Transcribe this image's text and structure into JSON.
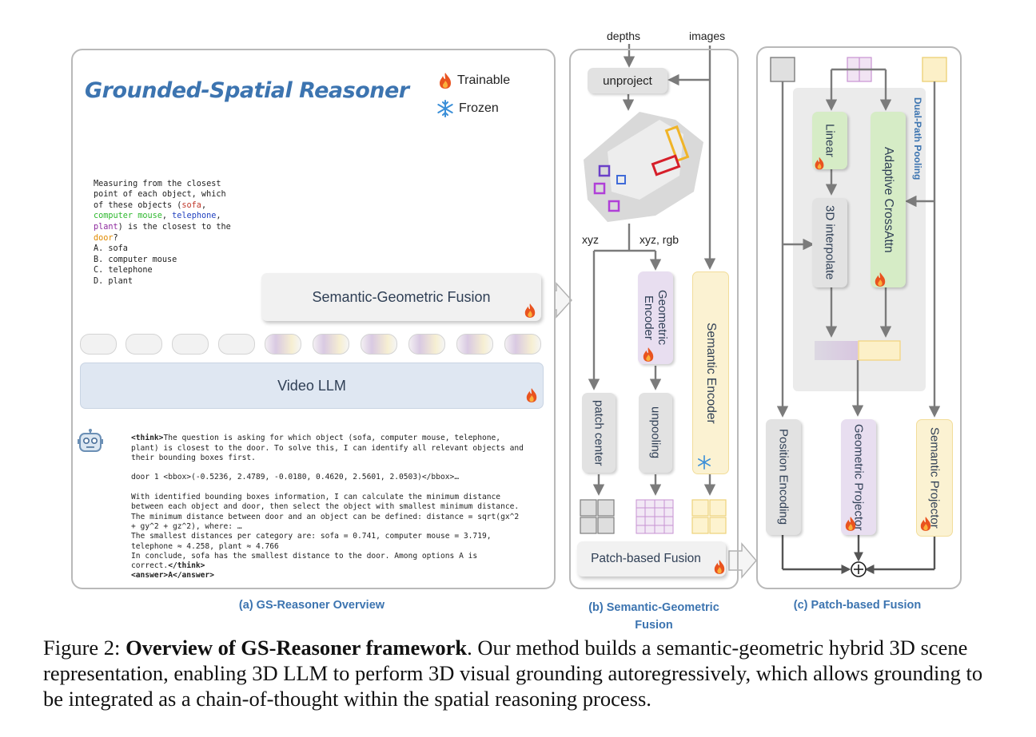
{
  "panel_a": {
    "title": "Grounded-Spatial Reasoner",
    "legend_trainable": "Trainable",
    "legend_frozen": "Frozen",
    "question_lines": [
      "Measuring from the closest",
      "point of each object, which",
      "of these objects ("
    ],
    "q_obj_sofa": "sofa",
    "q_obj_mouse": "computer mouse",
    "q_obj_telephone": "telephone",
    "q_obj_plant": "plant",
    "q_obj_door": "door",
    "q_line3_end": ",",
    "q_line5_end": ") is the closest to the",
    "q_line6_end": "?",
    "q_options": [
      "A. sofa",
      "B. computer mouse",
      "C. telephone",
      "D. plant"
    ],
    "fusion_label": "Semantic-Geometric Fusion",
    "llm_label": "Video LLM",
    "response": {
      "think_open": "<think>",
      "line1": "The question is asking for which object (sofa, computer mouse, telephone,",
      "line2": "plant) is closest to the door. To solve this, I can identify all relevant objects and",
      "line3": "their bounding boxes first.",
      "line4": "door 1 <bbox>(-0.5236, 2.4789, -0.0180, 0.4620, 2.5601, 2.0503)</bbox>…",
      "line5": "With identified bounding boxes information, I can calculate the minimum distance",
      "line6": "between each object and door, then select the object with smallest minimum distance.",
      "line7": "The minimum distance between door and an object can be defined: distance = sqrt(gx^2",
      "line8": "+ gy^2 + gz^2), where: …",
      "line9": "The smallest distances per category are: sofa = 0.741, computer mouse = 3.719,",
      "line10": "telephone ≈ 4.258, plant ≈ 4.766",
      "line11": "In conclude, sofa has the smallest distance to the door. Among options A is",
      "line12": "correct.",
      "think_close": "</think>",
      "answer": "<answer>A</answer>"
    },
    "caption": "(a) GS-Reasoner Overview"
  },
  "panel_b": {
    "input_depths": "depths",
    "input_images": "images",
    "unproject": "unproject",
    "xyz": "xyz",
    "xyz_rgb": "xyz, rgb",
    "geometric_encoder": "Geometric Encoder",
    "semantic_encoder": "Semantic Encoder",
    "patch_center": "patch center",
    "unpooling": "unpooling",
    "patch_fusion": "Patch-based Fusion",
    "caption_line1": "(b) Semantic-Geometric",
    "caption_line2": "Fusion"
  },
  "panel_c": {
    "dual_path": "Dual-Path Pooling",
    "linear": "Linear",
    "adaptive": "Adaptive CrossAttn",
    "interpolate": "3D interpolate",
    "position_encoding": "Position Encoding",
    "geometric_projector": "Geometric Projector",
    "semantic_projector": "Semantic Projector",
    "caption": "(c) Patch-based Fusion"
  },
  "figure_caption": {
    "prefix": "Figure 2: ",
    "bold": "Overview of GS-Reasoner framework",
    "rest": ". Our method builds a semantic-geometric hybrid 3D scene representation, enabling 3D LLM to perform 3D visual grounding autoregressively, which allows grounding to be integrated as a chain-of-thought within the spatial reasoning process."
  },
  "colors": {
    "accent_blue": "#3c74b0",
    "grey_box": "#e2e2e2",
    "purple_box": "#e8def0",
    "yellow_box": "#fbf2d2",
    "green_box": "#d6ecc6",
    "llm_box": "#dfe7f2"
  },
  "icons": [
    "fire-icon",
    "snowflake-icon",
    "robot-icon"
  ]
}
